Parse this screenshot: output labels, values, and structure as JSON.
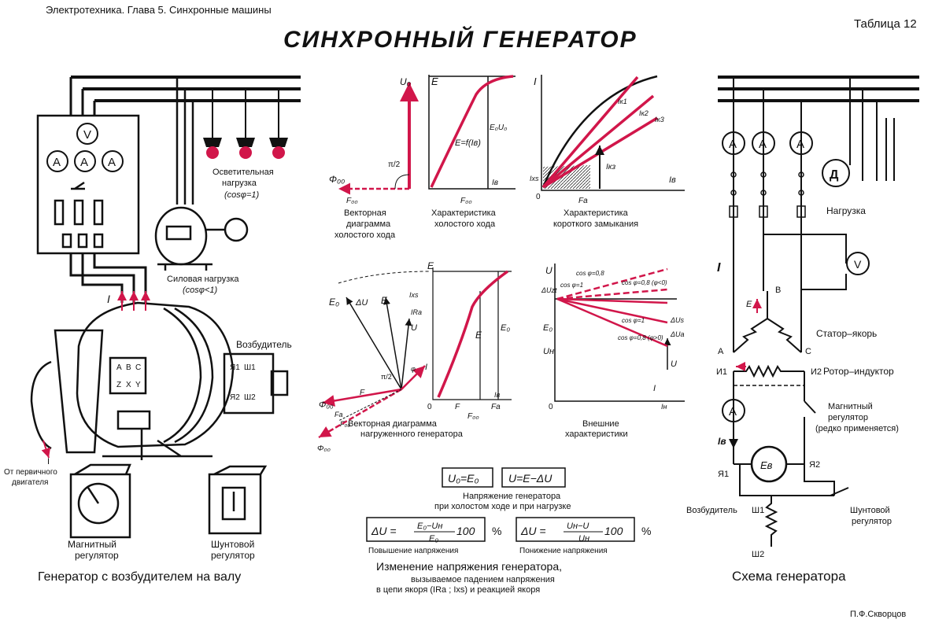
{
  "header": {
    "book_line": "Электротехника. Глава 5. Синхронные машины",
    "table_label": "Таблица 12",
    "title": "СИНХРОННЫЙ ГЕНЕРАТОР"
  },
  "left_panel": {
    "meter_v": "V",
    "meter_a": "A",
    "lighting_load": [
      "Осветительная",
      "нагрузка",
      "(cosφ=1)"
    ],
    "power_load": [
      "Силовая нагрузка",
      "(cosφ<1)"
    ],
    "exciter": "Возбудитель",
    "current_i": "I",
    "terminals_top": [
      "A",
      "B",
      "C"
    ],
    "terminals_bottom": [
      "Z",
      "X",
      "Y"
    ],
    "exciter_terminals": [
      "Я1",
      "Ш1",
      "Я2",
      "Ш2"
    ],
    "prime_mover": [
      "От первичного",
      "двигателя"
    ],
    "magnetic_regulator": [
      "Магнитный",
      "регулятор"
    ],
    "shunt_regulator": [
      "Шунтовой",
      "регулятор"
    ],
    "caption": "Генератор с возбудителем на валу"
  },
  "middle_panel": {
    "vd_noload_caption": [
      "Векторная",
      "диаграмма",
      "холостого хода"
    ],
    "noload_char_caption": [
      "Характеристика",
      "холостого хода"
    ],
    "short_circuit_caption": [
      "Характеристика",
      "короткого замыкания"
    ],
    "vd_load_caption": [
      "Векторная диаграмма",
      "нагруженного генератора"
    ],
    "external_caption": [
      "Внешние",
      "характеристики"
    ],
    "labels": {
      "Uo": "U₀",
      "E": "E",
      "Fpo": "F₀₀",
      "phi_po": "Φ₀₀",
      "pi2": "π/2",
      "Ef": "E=f(Iв)",
      "EoUo": "E₀U₀",
      "Iv": "Iв",
      "I": "I",
      "Ik1": "Iк1",
      "Ik2": "Iк2",
      "Ik3": "Iк3",
      "Ikz": "Iкз",
      "Ixs": "Ixs",
      "Fa": "Fа",
      "zero": "0",
      "dU": "ΔU",
      "Eo": "E₀",
      "IRa": "IRа",
      "U": "U",
      "Ixs2": "Ixs",
      "F": "F",
      "Fa2": "Fа",
      "phi": "φ",
      "Un": "Uн",
      "In": "Iн",
      "dUa": "ΔUа",
      "dUs": "ΔUs",
      "dUzt": "ΔUzt",
      "cos1": "cos φ=0,8",
      "cos2": "cos φ=1",
      "cos3": "cos φ=0,8 (φ<0)",
      "cos4": "cos φ=1",
      "cos5": "cos φ=0,8 (φ>0)"
    },
    "formula_noload": "U₀=E₀",
    "formula_load": "U=E−ΔU",
    "formula_caption": [
      "Напряжение генератора",
      "при холостом ходе и при нагрузке"
    ],
    "rise_formula": [
      "ΔU =",
      "E₀−Uн",
      "E₀",
      "100",
      "%"
    ],
    "rise_caption": "Повышение напряжения",
    "drop_formula": [
      "ΔU =",
      "Uн−U",
      "Uн",
      "100",
      "%"
    ],
    "drop_caption": "Понижение напряжения",
    "bottom_title": "Изменение напряжения генератора,",
    "bottom_sub": [
      "вызываемое падением напряжения",
      "в цепи якоря (IRа ; Ixs) и реакцией якоря"
    ]
  },
  "right_panel": {
    "meters": [
      "A",
      "A",
      "A"
    ],
    "motor": "Д",
    "load": "Нагрузка",
    "current_I": "I",
    "voltmeter": "V",
    "B": "B",
    "E": "E",
    "stator": "Статор–якорь",
    "A": "A",
    "C": "C",
    "I1": "И1",
    "I2": "И2",
    "rotor": "Ротор–индуктор",
    "ammeter": "A",
    "mag_reg": [
      "Магнитный",
      "регулятор",
      "(редко применяется)"
    ],
    "Iv": "Iв",
    "Ev": "Eв",
    "Ya1": "Я1",
    "Ya2": "Я2",
    "exciter": "Возбудитель",
    "Sh1": "Ш1",
    "Sh2": "Ш2",
    "shunt_reg": [
      "Шунтовой",
      "регулятор"
    ],
    "caption": "Схема генератора"
  },
  "footer": {
    "author": "П.Ф.Скворцов"
  }
}
